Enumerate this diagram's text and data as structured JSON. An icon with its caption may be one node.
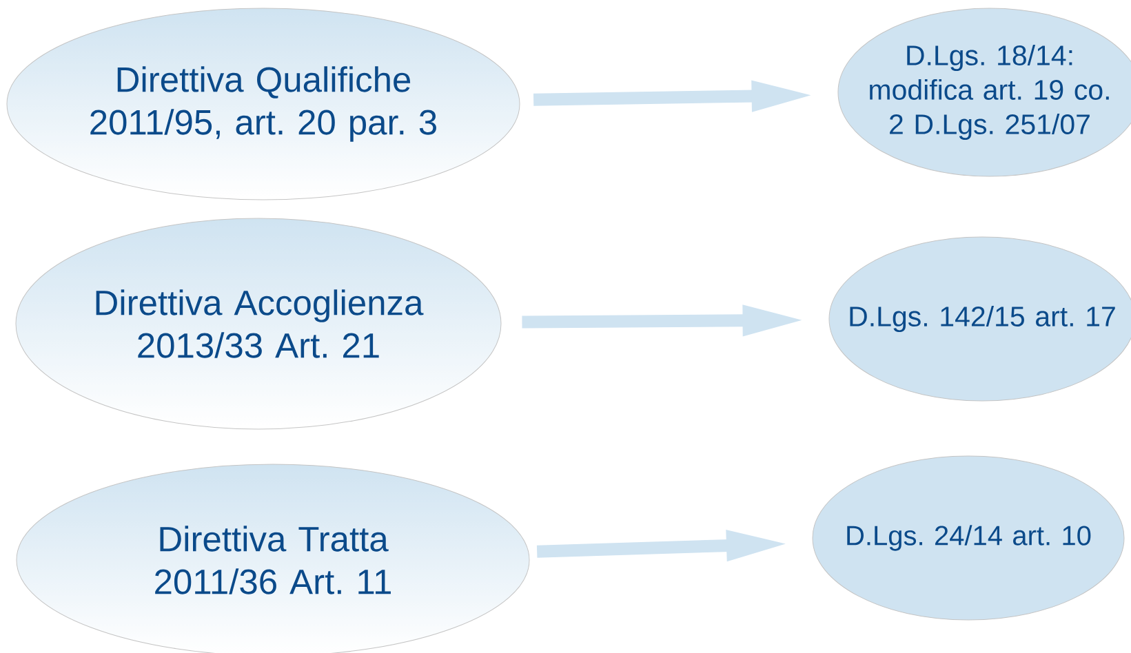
{
  "diagram": {
    "nodes": [
      {
        "text": [
          "Direttiva Qualifiche 2011/95, art. 20 par. 3"
        ]
      },
      {
        "text": [
          "Direttiva Accoglienza 2013/33 Art. 21"
        ]
      },
      {
        "text": [
          "Direttiva Tratta 2011/36 Art. 11"
        ]
      },
      {
        "text": [
          "D.Lgs. 18/14: modifica art. 19 co. 2 D.Lgs. 251/07"
        ]
      },
      {
        "text": [
          "D.Lgs. 142/15 art. 17"
        ]
      },
      {
        "text": [
          "D.Lgs. 24/14 art. 10"
        ]
      }
    ],
    "edges": [
      {
        "from": 0,
        "to": 3,
        "arrow": "to"
      },
      {
        "from": 1,
        "to": 4,
        "arrow": "to"
      },
      {
        "from": 2,
        "to": 5,
        "arrow": "to"
      }
    ]
  }
}
